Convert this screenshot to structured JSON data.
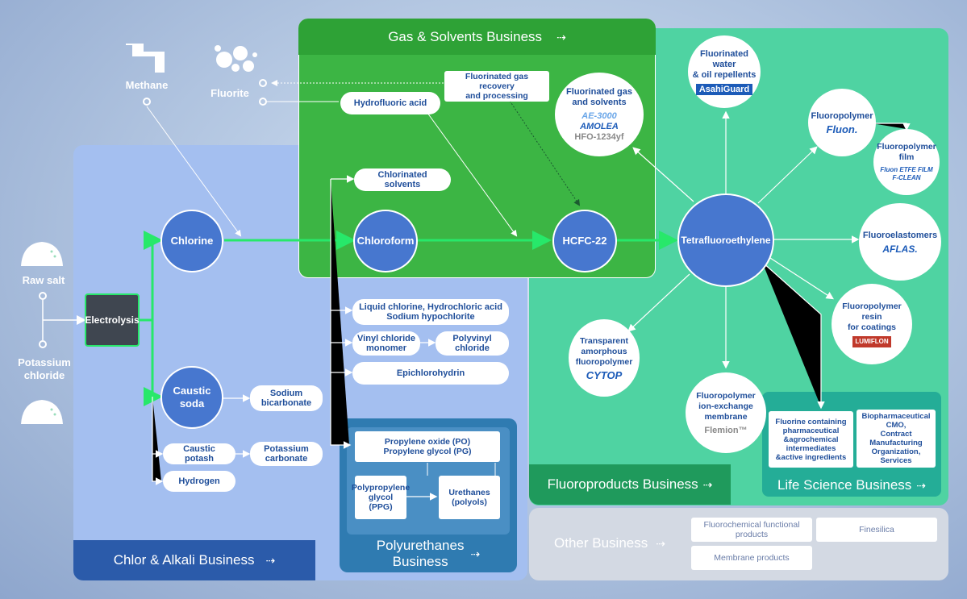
{
  "businesses": {
    "chlor_alkali": "Chlor & Alkali Business",
    "gas_solvents": "Gas & Solvents Business",
    "polyurethanes": "Polyurethanes\nBusiness",
    "fluoroproducts": "Fluoroproducts Business",
    "life_science": "Life Science Business",
    "other": "Other Business"
  },
  "arrow_glyph": "⇢",
  "sources": {
    "methane": "Methane",
    "fluorite": "Fluorite",
    "raw_salt": "Raw salt",
    "potassium_chloride": "Potassium\nchloride"
  },
  "nodes": {
    "electrolysis": "Electrolysis",
    "chlorine": "Chlorine",
    "caustic_soda": "Caustic\nsoda",
    "chloroform": "Chloroform",
    "hcfc22": "HCFC-22",
    "tfe": "Tetrafluoroethylene"
  },
  "gas_products": {
    "hydrofluoric_acid": "Hydrofluoric acid",
    "fluorinated_gas_recovery": "Fluorinated gas recovery\nand processing",
    "chlorinated_solvents": "Chlorinated solvents"
  },
  "alkali_products": {
    "sodium_bicarbonate": "Sodium\nbicarbonate",
    "caustic_potash": "Caustic potash",
    "potassium_carbonate": "Potassium\ncarbonate",
    "hydrogen": "Hydrogen"
  },
  "chlorine_products": {
    "liquid_chlorine": "Liquid chlorine, Hydrochloric acid\nSodium hypochlorite",
    "vinyl_chloride": "Vinyl chloride\nmonomer",
    "polyvinyl_chloride": "Polyvinyl\nchloride",
    "epichlorohydrin": "Epichlorohydrin"
  },
  "polyurethane_products": {
    "po_pg": "Propylene oxide (PO)\nPropylene glycol (PG)",
    "ppg": "Polypropylene\nglycol\n(PPG)",
    "urethanes": "Urethanes\n(polyols)"
  },
  "fluoro_products": {
    "water_oil": {
      "title": "Fluorinated water\n& oil repellents",
      "logo": "AsahiGuard"
    },
    "gas_solvents": {
      "title": "Fluorinated gas\nand solvents",
      "logo1": "AE-3000",
      "logo2": "AMOLEA",
      "extra": "HFO-1234yf"
    },
    "fluoropolymer": {
      "title": "Fluoropolymer",
      "logo": "Fluon."
    },
    "fluoropolymer_film": {
      "title": "Fluoropolymer\nfilm",
      "logo": "Fluon ETFE FILM\nF-CLEAN"
    },
    "fluoroelastomers": {
      "title": "Fluoroelastomers",
      "logo": "AFLAS."
    },
    "coatings": {
      "title": "Fluoropolymer\nresin\nfor coatings",
      "logo": "LUMIFLON"
    },
    "ion_exchange": {
      "title": "Fluoropolymer\nion-exchange\nmembrane",
      "logo": "Flemion™"
    },
    "transparent": {
      "title": "Transparent\namorphous\nfluoropolymer",
      "logo": "CYTOP"
    }
  },
  "life_science_products": {
    "pharma": "Fluorine containing\npharmaceutical\n&agrochemical\nintermediates\n&active ingredients",
    "cmo": "Biopharmaceutical\nCMO,\nContract\nManufacturing\nOrganization,\nServices"
  },
  "other_products": {
    "functional": "Fluorochemical functional\nproducts",
    "finesilica": "Finesilica",
    "membrane": "Membrane products"
  },
  "colors": {
    "chlor_panel": "#a4bff0",
    "chlor_band": "#2b5baa",
    "gas_panel": "#32b03c",
    "fluoro_panel": "#4fd3a2",
    "fluoro_band": "#1f9a5c",
    "life_band": "#24ad97",
    "pu_band": "#2f7bb1",
    "node_blue": "#4777cf",
    "flow_green": "#27e86a"
  }
}
